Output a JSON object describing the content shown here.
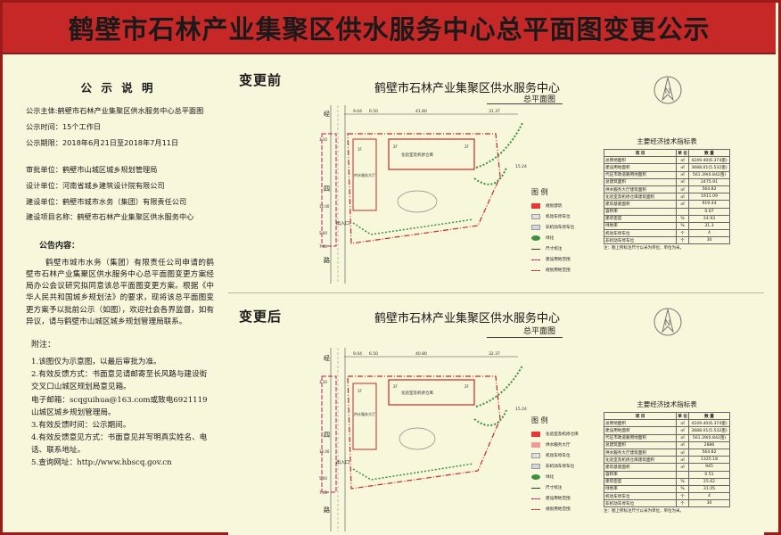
{
  "header": {
    "title": "鹤壁市石林产业集聚区供水服务中心总平面图变更公示"
  },
  "notice": {
    "title": "公 示 说 明",
    "subject": "公示主体:鹤壁市石林产业集聚区供水服务中心总平面图",
    "time": "公示时间：15个工作日",
    "period": "公示期限：2018年6月21日至2018年7月11日",
    "approval_unit": "审批单位：鹤壁市山城区城乡规划管理局",
    "design_unit": "设计单位：河南省城乡建筑设计院有限公司",
    "construction_unit": "建设单位：鹤壁市城市水务（集团）有限责任公司",
    "project": "建设项目名称：鹤壁市石林产业集聚区供水服务中心",
    "content_title": "公告内容：",
    "content": "鹤壁市城市水务（集团）有限责任公司申请的鹤壁市石林产业集聚区供水服务中心总平面图变更方案经局办公会议研究拟同意该总平面图变更方案。根据《中华人民共和国城乡规划法》的要求，现将该总平面图变更方案予以批前公示（如图），欢迎社会各界监督，如有异议，请与鹤壁市山城区城乡规划管理局联系。",
    "footnote_title": "附注：",
    "footnotes": [
      "1.该图仅为示意图，以最后审批为准。",
      "2.有效反馈方式：书面意见请邮寄至长风路与建设街交叉口山城区规划局意见箱。",
      "电子邮箱：scqguihua@163.com或致电6921119山城区城乡规划管理局。",
      "3.有效反馈时间：公示期间。",
      "4.有效反馈意见方式：书面意见并写明真实姓名、电话、联系地址。",
      "5.查询网址：http://www.hbscq.gov.cn"
    ]
  },
  "before": {
    "label": "变更前",
    "title": "鹤壁市石林产业集聚区供水服务中心",
    "subtitle": "总平面图",
    "road_vertical": [
      "经",
      "四",
      "路"
    ],
    "entrance": "出入口",
    "dims_top": [
      "9.04",
      "6.50",
      "41.80",
      "31.37"
    ],
    "dims_left": [
      "3.10",
      "12.00",
      "5.00",
      "7.00"
    ],
    "dim_right": "15.24",
    "bldg_main_name": "化验室及机修仓库",
    "bldg_side_name": "供水服务大厅",
    "num_labels": [
      "1F",
      "2F",
      "2F"
    ],
    "econ": {
      "title": "主要经济技术指标表",
      "head": [
        "项 目",
        "单 位",
        "数 量"
      ],
      "rows": [
        [
          "总用地面积",
          "㎡",
          "4249.40(6.374亩)"
        ],
        [
          "建设用地面积",
          "㎡",
          "3688.01(5.532亩)"
        ],
        [
          "代征市政道路用地面积",
          "㎡",
          "561.39(0.842亩)"
        ],
        [
          "总建筑面积",
          "㎡",
          "2475.91"
        ],
        [
          "供水服务大厅建筑面积",
          "㎡",
          "564.82"
        ],
        [
          "化验室及机修仓库建筑面积",
          "㎡",
          "1911.09"
        ],
        [
          "建筑基底面积",
          "㎡",
          "919.44"
        ],
        [
          "容积率",
          "",
          "0.67"
        ],
        [
          "建筑密度",
          "%",
          "24.93"
        ],
        [
          "绿地率",
          "%",
          "31.3"
        ],
        [
          "机动车停车位",
          "个",
          "4"
        ],
        [
          "非机动车停车位",
          "个",
          "30"
        ]
      ],
      "note": "注：图上所标注尺寸以米为单位，单位为米。"
    },
    "legend": {
      "title": "图 例",
      "items": [
        "规划建筑",
        "机动车停车位",
        "非机动车停车位",
        "绿化",
        "尺寸标注",
        "建设用地范围",
        "规划用地范围"
      ]
    }
  },
  "after": {
    "label": "变更后",
    "title": "鹤壁市石林产业集聚区供水服务中心",
    "subtitle": "总平面图",
    "road_vertical": [
      "经",
      "四",
      "路"
    ],
    "entrance": "出入口",
    "dims_top": [
      "9.04",
      "6.50",
      "40.80",
      "32.37"
    ],
    "dims_left": [
      "3.10",
      "12.00",
      "5.00",
      "7.00"
    ],
    "dim_right": "15.24",
    "bldg_main_name": "化验室及机修仓库",
    "bldg_side_name": "供水服务大厅",
    "num_labels": [
      "1F",
      "2F",
      "2F"
    ],
    "econ": {
      "title": "主要经济技术指标表",
      "head": [
        "项 目",
        "单 位",
        "数 量"
      ],
      "rows": [
        [
          "总用地面积",
          "㎡",
          "4249.40(6.374亩)"
        ],
        [
          "建设用地面积",
          "㎡",
          "3688.01(5.532亩)"
        ],
        [
          "代征市政道路用地面积",
          "㎡",
          "561.39(0.842亩)"
        ],
        [
          "总建筑面积",
          "㎡",
          "2886"
        ],
        [
          "供水服务大厅建筑面积",
          "㎡",
          "564.82"
        ],
        [
          "化验室及机修仓库建筑面积",
          "㎡",
          "1325.18"
        ],
        [
          "建筑基底面积",
          "㎡",
          "945"
        ],
        [
          "容积率",
          "",
          "0.51"
        ],
        [
          "建筑密度",
          "%",
          "25.62"
        ],
        [
          "绿地率",
          "%",
          "31.05"
        ],
        [
          "机动车停车位",
          "个",
          "4"
        ],
        [
          "非机动车停车位",
          "个",
          "30"
        ]
      ],
      "note": "注：图上所标注尺寸以米为单位，单位为米。"
    },
    "legend": {
      "title": "图 例",
      "items": [
        "化验室及机修仓库",
        "供水服务大厅",
        "机动车停车位",
        "非机动车停车位",
        "绿化",
        "尺寸标注",
        "建设用地范围",
        "规划用地范围"
      ]
    }
  },
  "colors": {
    "header_bg": "#c62828",
    "board_bg": "#f7f7dc",
    "building_fill": "#e53935",
    "boundary_red": "#c62828",
    "boundary_magenta": "#c2185b",
    "green": "#3f8f3f",
    "frame_border": "#9b1b1b"
  }
}
